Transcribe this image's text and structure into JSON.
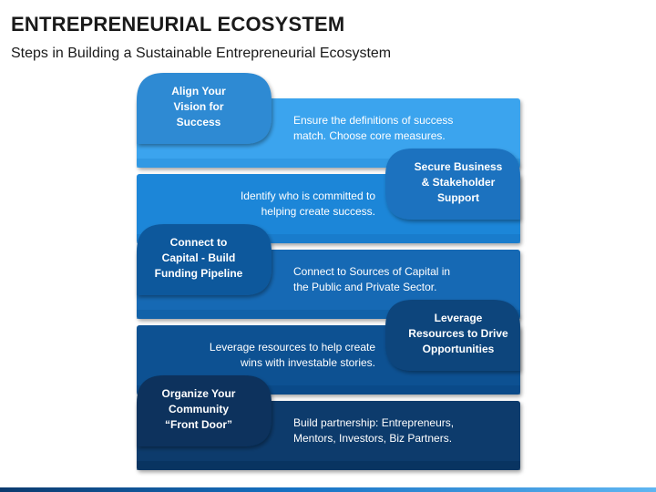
{
  "page": {
    "title": "ENTREPRENEURIAL ECOSYSTEM",
    "subtitle": "Steps in Building a Sustainable Entrepreneurial Ecosystem"
  },
  "steps": [
    {
      "title_lines": [
        "Align Your",
        "Vision for",
        "Success"
      ],
      "desc_lines": [
        "Ensure the definitions of success",
        "match. Choose core measures."
      ],
      "side": "left",
      "colors": {
        "band": "#3aa4ee",
        "band_dark": "#2a8fdc",
        "bubble": "#2f8ad3"
      }
    },
    {
      "title_lines": [
        "Secure Business",
        "& Stakeholder",
        "Support"
      ],
      "desc_lines": [
        "Identify who is committed to",
        "helping create success."
      ],
      "side": "right",
      "colors": {
        "band": "#1f86d8",
        "band_dark": "#1774c2",
        "bubble": "#1a72bf"
      }
    },
    {
      "title_lines": [
        "Connect to",
        "Capital - Build",
        "Funding Pipeline"
      ],
      "desc_lines": [
        "Connect to Sources of Capital in",
        "the Public and Private Sector."
      ],
      "side": "left",
      "colors": {
        "band": "#1269b4",
        "band_dark": "#0f5ca0",
        "bubble": "#10599c"
      }
    },
    {
      "title_lines": [
        "Leverage",
        "Resources to Drive",
        "Opportunities"
      ],
      "desc_lines": [
        "Leverage resources to help create",
        "wins with investable stories."
      ],
      "side": "right",
      "colors": {
        "band": "#0c5192",
        "band_dark": "#0a4682",
        "bubble": "#0b447c"
      }
    },
    {
      "title_lines": [
        "Organize Your",
        "Community",
        "“Front Door”"
      ],
      "desc_lines": [
        "Build partnership: Entrepreneurs,",
        "Mentors, Investors, Biz Partners."
      ],
      "side": "left",
      "colors": {
        "band": "#0a3a6c",
        "band_dark": "#082f59",
        "bubble": "#09325d"
      }
    }
  ]
}
